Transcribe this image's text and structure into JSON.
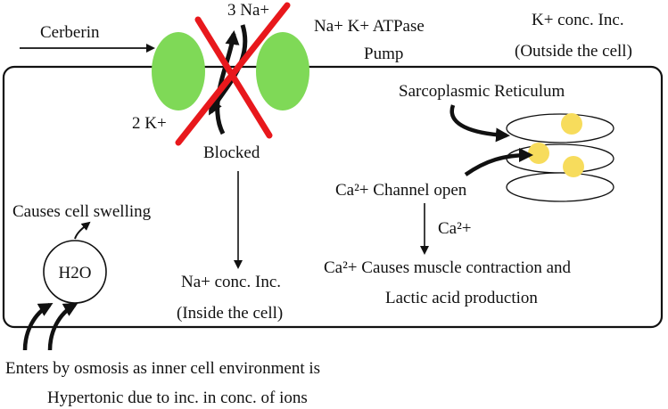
{
  "labels": {
    "cerberin": "Cerberin",
    "na_ions": "3 Na+",
    "pump_line1": "Na+ K+ ATPase",
    "pump_line2": "Pump",
    "k_outside_line1": "K+ conc. Inc.",
    "k_outside_line2": "(Outside the cell)",
    "k_ions": "2 K+",
    "blocked": "Blocked",
    "sarcoplasmic": "Sarcoplasmic Reticulum",
    "ca_channel": "Ca²+ Channel open",
    "ca_ion": "Ca²+",
    "ca_effect_line1": "Ca²+ Causes muscle contraction and",
    "ca_effect_line2": "Lactic acid production",
    "na_inside_line1": "Na+ conc. Inc.",
    "na_inside_line2": "(Inside the cell)",
    "swelling": "Causes cell swelling",
    "water": "H2O",
    "osmosis_line1": "Enters by osmosis as inner cell environment is",
    "osmosis_line2": "Hypertonic due to inc. in conc. of ions"
  },
  "colors": {
    "channel_green": "#7fd957",
    "block_red": "#e8181c",
    "calcium_yellow": "#f7dc5c",
    "line": "#111111"
  }
}
